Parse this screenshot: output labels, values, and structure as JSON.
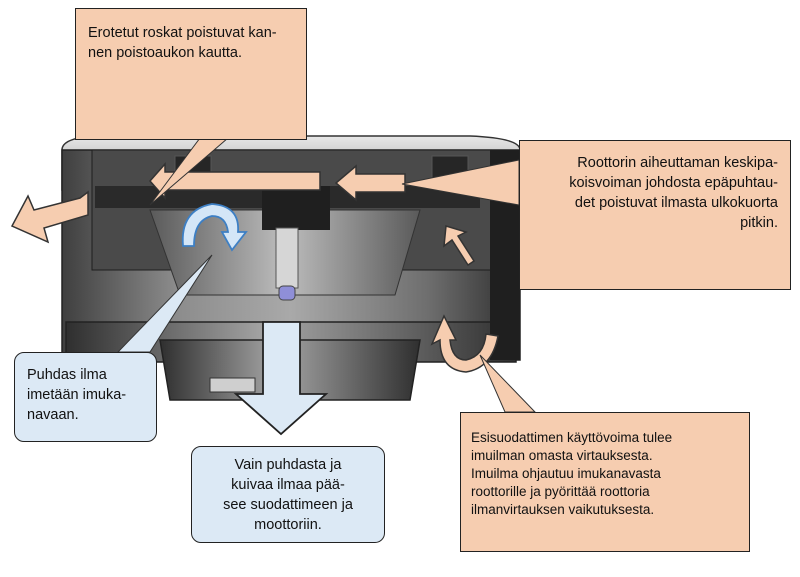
{
  "callouts": {
    "top": {
      "lines": [
        "Erotetut roskat poistuvat kan-",
        "nen poistoaukon kautta."
      ]
    },
    "right": {
      "lines": [
        "Roottorin aiheuttaman keskipa-",
        "koisvoiman johdosta epäpuhtau-",
        "det poistuvat ilmasta ulkokuorta",
        "pitkin."
      ]
    },
    "left": {
      "lines": [
        "Puhdas ilma",
        "imetään imuka-",
        "navaan."
      ]
    },
    "bottom": {
      "lines": [
        "Vain puhdasta ja",
        "kuivaa ilmaa pää-",
        "see suodattimeen ja",
        "moottoriin."
      ]
    },
    "bottom_right": {
      "lines": [
        "Esisuodattimen käyttövoima tulee",
        "imuilman omasta virtauksesta.",
        "Imuilma ohjautuu imukanavasta",
        "roottorille ja pyörittää roottoria",
        "ilmanvirtauksen vaikutuksesta."
      ]
    }
  },
  "colors": {
    "peach": "#f6cdb0",
    "light_blue": "#dce9f5",
    "rotation_arrow": "#3d7fc4",
    "housing_dark": "#3a3a3a"
  }
}
